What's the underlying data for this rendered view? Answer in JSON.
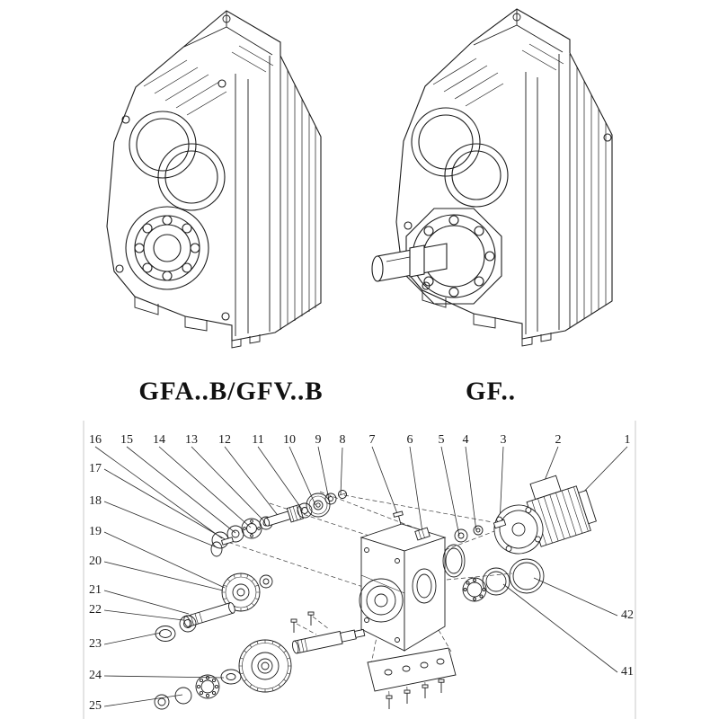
{
  "colors": {
    "ink": "#1c1c1c",
    "paper": "#ffffff"
  },
  "figure_labels": {
    "left": "GFA..B/GFV..B",
    "right": "GF.."
  },
  "callouts": {
    "top": [
      "16",
      "15",
      "14",
      "13",
      "12",
      "11",
      "10",
      "9",
      "8",
      "7",
      "6",
      "5",
      "4",
      "3",
      "2",
      "1"
    ],
    "left": [
      "17",
      "18",
      "19",
      "20",
      "21",
      "22",
      "23",
      "24",
      "25"
    ],
    "right": [
      "42",
      "41"
    ]
  }
}
